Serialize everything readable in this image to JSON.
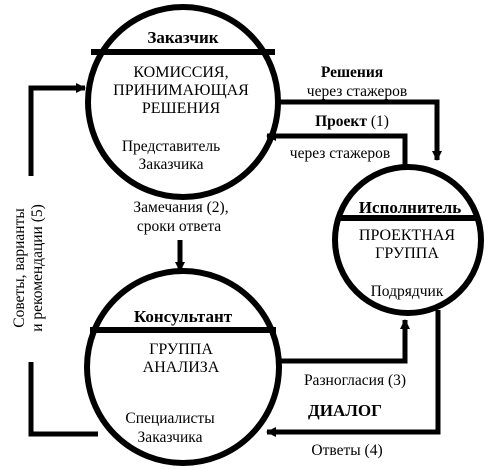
{
  "customer": {
    "title": "Заказчик",
    "body": [
      "КОМИССИЯ,",
      "ПРИНИМАЮЩАЯ",
      "РЕШЕНИЯ"
    ],
    "sub": [
      "Представитель",
      "Заказчика"
    ]
  },
  "contractor": {
    "title": "Исполнитель",
    "body": [
      "ПРОЕКТНАЯ",
      "ГРУППА"
    ],
    "sub": "Подрядчик"
  },
  "consultant": {
    "title": "Консультант",
    "body": [
      "ГРУППА",
      "АНАЛИЗА"
    ],
    "sub": [
      "Специалисты",
      "Заказчика"
    ]
  },
  "arrows": {
    "decisions_bold": "Решения",
    "decisions_via": "через стажеров",
    "project_bold": "Проект",
    "project_num": " (1)",
    "project_via": "через стажеров",
    "remarks": [
      "Замечания (2),",
      "сроки ответа"
    ],
    "disagreements": "Разногласия (3)",
    "dialog": "ДИАЛОГ",
    "answers": "Ответы (4)",
    "advice": [
      "Советы, варианты",
      "и рекомендации (5)"
    ]
  }
}
